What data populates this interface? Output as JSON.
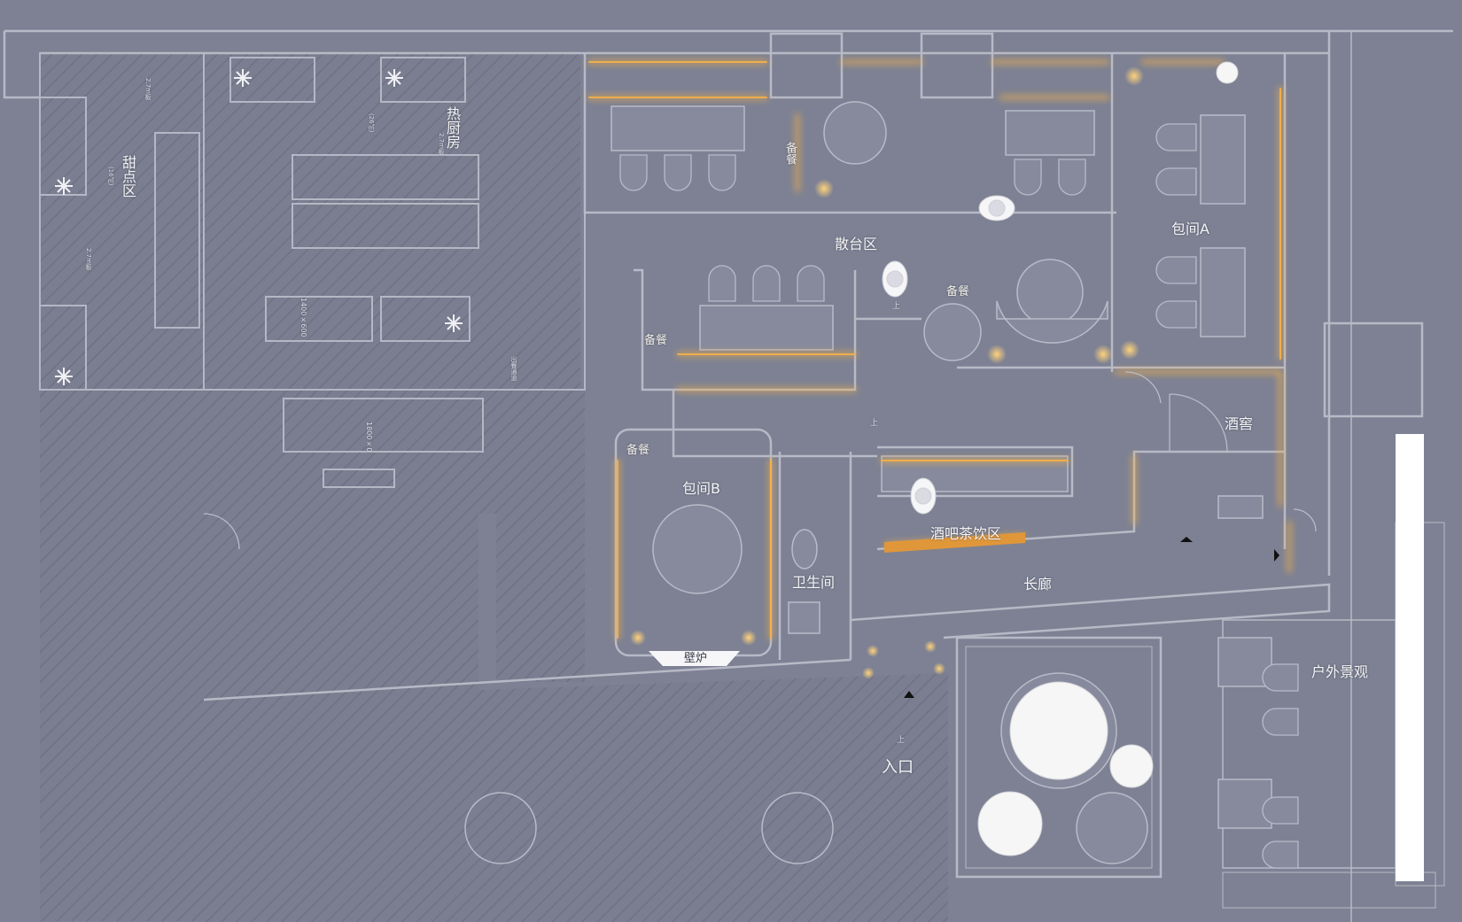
{
  "labels": {
    "dessert_zone": "甜点区",
    "dessert_area": "(16㎡)",
    "hot_kitchen": "热厨房",
    "hot_kitchen_area": "(26㎡)",
    "sanTai_zone": "散台区",
    "room_a": "包间A",
    "room_b": "包间B",
    "service_1": "备餐",
    "service_2": "备餐",
    "service_3": "备餐",
    "service_4": "备餐",
    "wine_cellar": "酒窖",
    "bar_tea": "酒吧茶饮区",
    "restroom": "卫生间",
    "corridor": "长廊",
    "fireplace": "壁炉",
    "entrance": "入口",
    "outdoor": "户外景观",
    "up_1": "上",
    "up_2": "上",
    "up_3": "上",
    "dim_1": "1400×600",
    "dim_2": "1800×0",
    "tag_a": "2.7m板",
    "tag_b": "2.7m板",
    "tag_c": "2.7m板",
    "tag_d": "出餐通道"
  },
  "colors": {
    "background": "#7d8193",
    "wall": "#b4b7c4",
    "light_glow": "#f2b04a",
    "furniture_fill": "#8a8ea0",
    "tree": "#f6f6f6"
  },
  "icons": [
    "person-icon",
    "tree-icon",
    "fan-icon",
    "door-icon",
    "arrow-up-icon"
  ]
}
